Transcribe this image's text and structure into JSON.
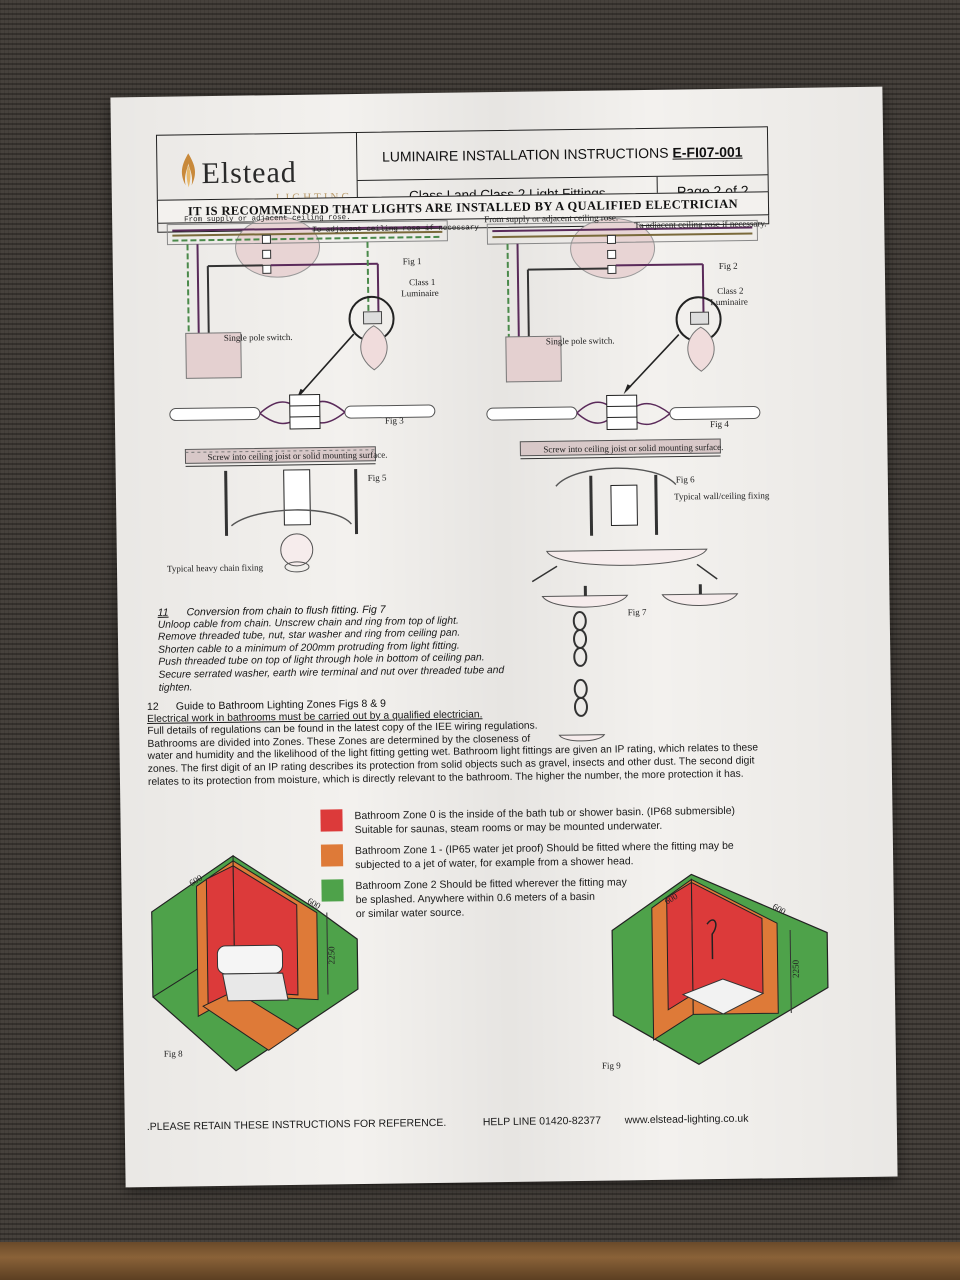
{
  "header": {
    "logo_text": "Elstead",
    "logo_subtext": "LIGHTING",
    "title": "LUMINAIRE INSTALLATION INSTRUCTIONS",
    "doc_code": "E-FI07-001",
    "classes": "Class I and Class 2 Light Fittings",
    "page": "Page 2 of 2"
  },
  "banner": "IT IS RECOMMENDED THAT LIGHTS ARE INSTALLED BY A QUALIFIED ELECTRICIAN",
  "diagrams": {
    "supply_label": "From supply or adjacent ceiling rose.",
    "adjacent_label_left": "To adjacent ceiling rose if necessary",
    "adjacent_label_right": "To adjacent ceiling rose if necessary.",
    "switch_label": "Single pole switch.",
    "class1_label": "Class 1",
    "class2_label": "Class 2",
    "luminaire_label": "Luminaire",
    "fig1": "Fig 1",
    "fig2": "Fig 2",
    "fig3": "Fig 3",
    "fig4": "Fig 4",
    "fig5": "Fig 5",
    "fig6": "Fig 6",
    "fig7": "Fig 7",
    "fig8": "Fig 8",
    "fig9": "Fig 9",
    "screw_label": "Screw into ceiling joist or solid mounting surface.",
    "chain_label": "Typical heavy chain fixing",
    "wall_label": "Typical wall/ceiling fixing",
    "dim_600": "600",
    "dim_2250": "2250"
  },
  "section11": {
    "number": "11",
    "title": "Conversion from chain to flush fitting. Fig 7",
    "lines": [
      "Unloop cable from chain. Unscrew chain and ring from top of light.",
      "Remove threaded tube, nut, star washer and ring from ceiling pan.",
      "Shorten cable to a minimum of 200mm protruding from light fitting.",
      "Push threaded tube on top of light through hole in bottom of ceiling pan.",
      "Secure serrated washer, earth wire terminal and nut over threaded tube and tighten."
    ]
  },
  "section12": {
    "number": "12",
    "title": "Guide to Bathroom Lighting Zones Figs 8 & 9",
    "underlined": "Electrical work in bathrooms must be carried out by a qualified electrician.",
    "lines": [
      "Full details of regulations can be found in the latest copy of the IEE wiring regulations.",
      "Bathrooms are divided into Zones. These Zones are determined by the closeness of",
      "water and humidity and the likelihood of the light fitting getting wet. Bathroom light fittings are given an IP rating, which relates to these",
      "zones. The first digit of an IP rating describes its protection from solid objects such as gravel, insects and other dust. The second digit",
      "relates to its protection from moisture, which is directly relevant to the bathroom. The higher the number, the more protection it has."
    ]
  },
  "zones": [
    {
      "color": "#dc3a3a",
      "lines": [
        "Bathroom Zone 0 is the inside of the bath tub or shower basin. (IP68 submersible)",
        "Suitable for saunas, steam rooms or may be mounted underwater."
      ]
    },
    {
      "color": "#de7a38",
      "lines": [
        "Bathroom Zone 1 - (IP65 water jet proof) Should be fitted where the fitting may be",
        "subjected to a jet of water, for example from a shower head."
      ]
    },
    {
      "color": "#4ea24a",
      "lines": [
        "Bathroom Zone 2 Should be fitted wherever the fitting may",
        "be splashed. Anywhere within 0.6 meters of a basin",
        "or similar water source."
      ]
    }
  ],
  "footer": {
    "retain": ".PLEASE RETAIN THESE INSTRUCTIONS FOR REFERENCE.",
    "helpline": "HELP LINE 01420-82377",
    "website": "www.elstead-lighting.co.uk"
  }
}
